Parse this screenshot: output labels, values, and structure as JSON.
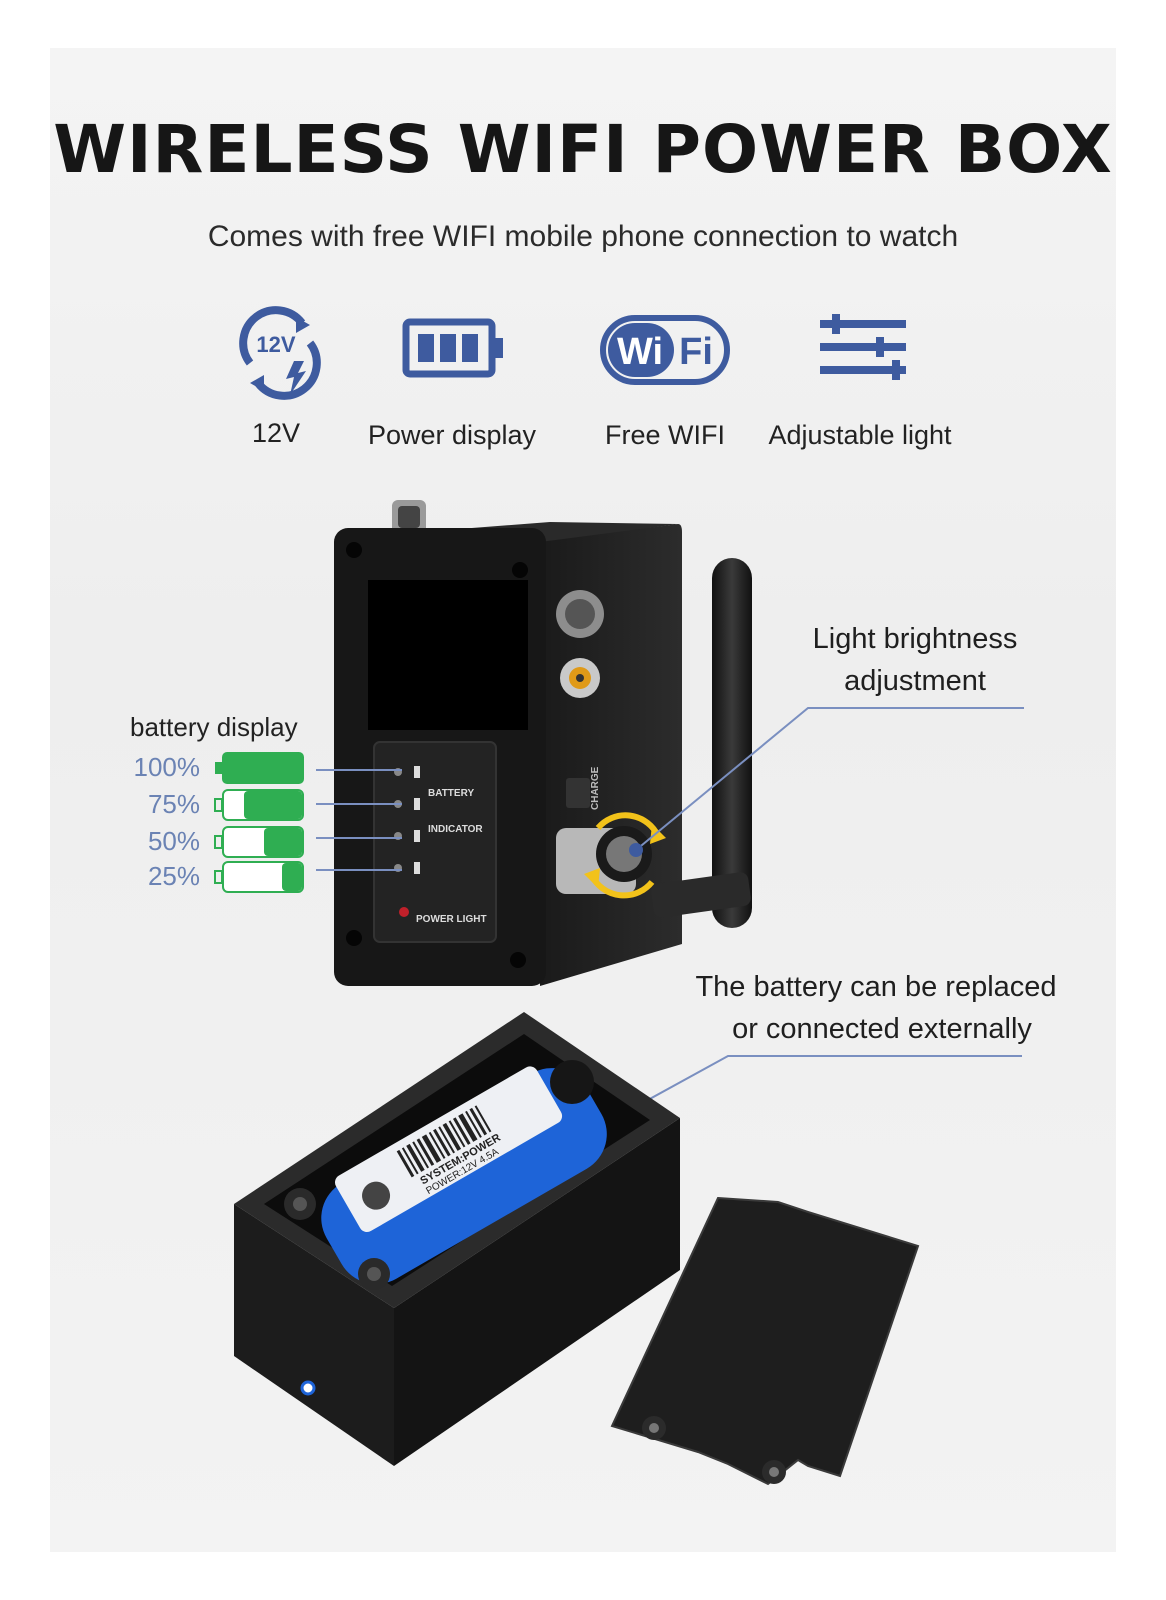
{
  "header": {
    "title": "WIRELESS WIFI POWER BOX",
    "subtitle": "Comes with free WIFI mobile phone connection to watch"
  },
  "features": [
    {
      "label": "12V",
      "icon": "voltage-12v-icon",
      "icon_text": "12V"
    },
    {
      "label": "Power display",
      "icon": "battery-level-icon"
    },
    {
      "label": "Free WIFI",
      "icon": "wifi-logo-icon",
      "icon_text_left": "Wi",
      "icon_text_right": "Fi"
    },
    {
      "label": "Adjustable light",
      "icon": "sliders-icon"
    }
  ],
  "battery_display": {
    "title": "battery display",
    "levels": [
      {
        "label": "100%",
        "fill": 1.0
      },
      {
        "label": "75%",
        "fill": 0.75
      },
      {
        "label": "50%",
        "fill": 0.5
      },
      {
        "label": "25%",
        "fill": 0.25
      }
    ]
  },
  "device": {
    "panel_text_battery": "BATTERY",
    "panel_text_indicator": "INDICATOR",
    "panel_text_power": "POWER LIGHT",
    "side_text_charge": "CHARGE"
  },
  "callouts": {
    "light_line1": "Light brightness",
    "light_line2": "adjustment",
    "battery_line1": "The battery can be replaced",
    "battery_line2": "or connected externally"
  },
  "battery_pack": {
    "label_line1": "SYSTEM:POWER",
    "label_line2": "POWER:12V 4.5A"
  },
  "colors": {
    "icon_blue": "#3e5b9f",
    "battery_green": "#2fae52",
    "percent_blue": "#6b83b4",
    "callout_line": "#7a8fc0",
    "knob_yellow": "#f2c21a",
    "battery_pack_blue": "#1e64d8"
  }
}
